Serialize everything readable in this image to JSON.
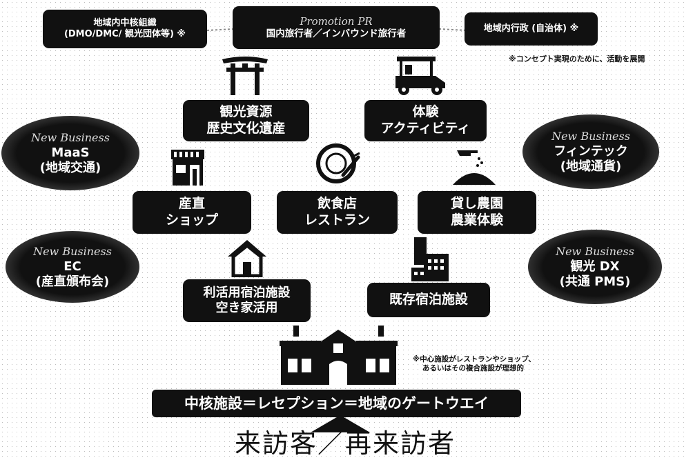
{
  "top": {
    "left_org": [
      "地域内中核組織",
      "(DMO/DMC/ 観光団体等) ※"
    ],
    "center_title": "Promotion PR",
    "center_sub": "国内旅行者／インバウンド旅行者",
    "right_org": "地域内行政 (自治体) ※",
    "note": "※コンセプト実現のために、活動を展開"
  },
  "services": {
    "tourism": [
      "観光資源",
      "歴史文化遺産"
    ],
    "experience": [
      "体験",
      "アクティビティ"
    ],
    "shop": [
      "産直",
      "ショップ"
    ],
    "restaurant": [
      "飲食店",
      "レストラン"
    ],
    "farm": [
      "貸し農園",
      "農業体験"
    ],
    "vacant": [
      "利活用宿泊施設",
      "空き家活用"
    ],
    "existing": [
      "既存宿泊施設"
    ]
  },
  "new_business": {
    "label": "New Business",
    "maas": [
      "MaaS",
      "(地域交通)"
    ],
    "fintech": [
      "フィンテック",
      "(地域通貨)"
    ],
    "ec": [
      "EC",
      "(産直頒布会)"
    ],
    "dx": [
      "観光 DX",
      "(共通 PMS)"
    ]
  },
  "core": {
    "note": [
      "※中心施設がレストランやショップ、",
      "あるいはその複合施設が理想的"
    ],
    "gateway": "中核施設＝レセプション＝地域のゲートウエイ",
    "visitors": "来訪客／再来訪者"
  }
}
